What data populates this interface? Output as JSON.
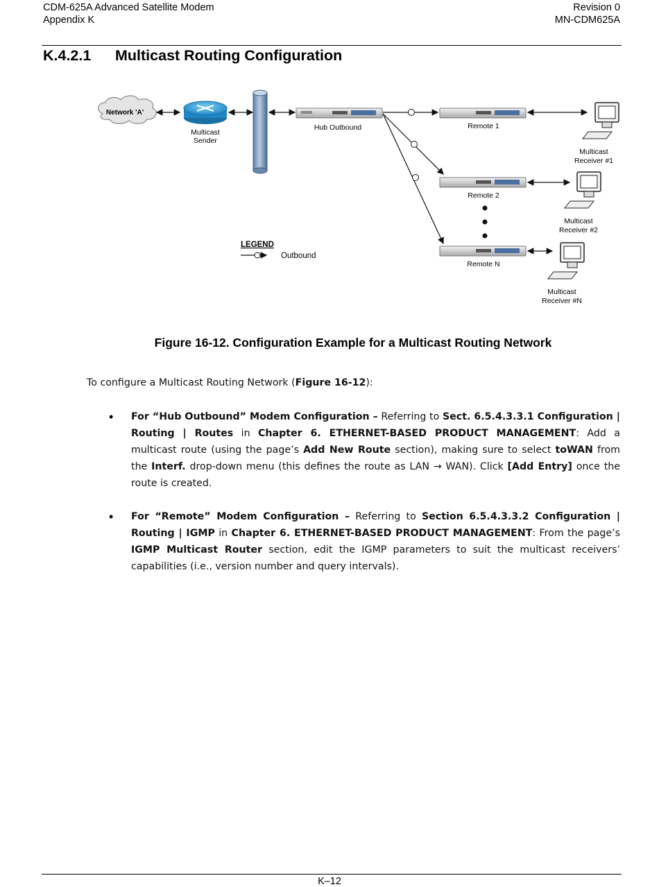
{
  "header": {
    "left_line1": "CDM-625A Advanced Satellite Modem",
    "left_line2": "Appendix K",
    "right_line1": "Revision 0",
    "right_line2": "MN-CDM625A"
  },
  "section": {
    "number": "K.4.2.1",
    "title": "Multicast Routing Configuration"
  },
  "diagram": {
    "network_a": "Network 'A'",
    "sender_line1": "Multicast",
    "sender_line2": "Sender",
    "hub": "Hub Outbound",
    "remote1": "Remote 1",
    "remote2": "Remote 2",
    "remoteN": "Remote N",
    "receiver1_line1": "Multicast",
    "receiver1_line2": "Receiver #1",
    "receiver2_line1": "Multicast",
    "receiver2_line2": "Receiver #2",
    "receiverN_line1": "Multicast",
    "receiverN_line2": "Receiver #N",
    "legend_title": "LEGEND",
    "legend_outbound": "Outbound"
  },
  "caption": "Figure 16-12. Configuration Example for a Multicast Routing Network",
  "intro": {
    "pre": "To configure a Multicast Routing Network (",
    "fig_ref": "Figure 16-12",
    "post": "):"
  },
  "bullets": [
    {
      "lead": "For “Hub Outbound” Modem Configuration –",
      "t1": " Referring to ",
      "b1": "Sect. 6.5.4.3.3.1 Configuration | Routing | Routes",
      "t2": " in ",
      "b2": "Chapter 6. ETHERNET-BASED PRODUCT MANAGEMENT",
      "t3": ": Add a multicast route (using the page’s ",
      "b3": "Add New Route",
      "t4": " section), making sure to select ",
      "b4": "toWAN",
      "t5": " from the ",
      "b5": "Interf.",
      "t6": " drop-down menu (this defines the route as LAN → WAN). Click ",
      "b6": "[Add Entry]",
      "t7": " once the route is created."
    },
    {
      "lead": "For “Remote” Modem Configuration –",
      "t1": " Referring to ",
      "b1": "Section 6.5.4.3.3.2 Configuration | Routing | IGMP",
      "t2": " in ",
      "b2": "Chapter 6. ETHERNET-BASED PRODUCT MANAGEMENT",
      "t3": ": From the page’s ",
      "b3": "IGMP Multicast Router",
      "t4": " section, edit the IGMP parameters to suit the multicast receivers’ capabilities (i.e., version number and query intervals)."
    }
  ],
  "footer": "K–12"
}
